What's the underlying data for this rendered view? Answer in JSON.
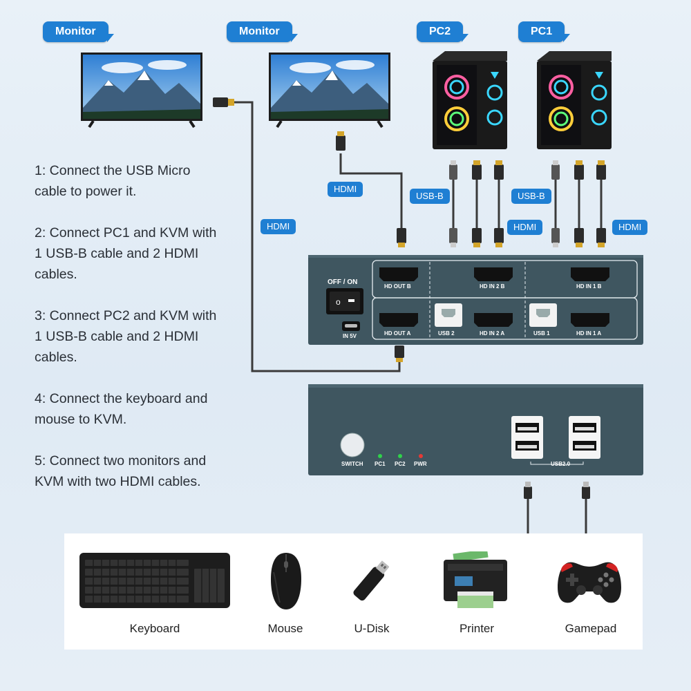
{
  "labels": {
    "monitor_left": "Monitor",
    "monitor_right": "Monitor",
    "pc2": "PC2",
    "pc1": "PC1"
  },
  "cable_tags": {
    "hdmi_long": "HDMI",
    "hdmi_mid": "HDMI",
    "usbb_pc2": "USB-B",
    "hdmi_pc2": "HDMI",
    "usbb_pc1": "USB-B",
    "hdmi_pc1": "HDMI"
  },
  "steps": [
    "1: Connect the USB Micro cable to power it.",
    "2: Connect PC1 and KVM with 1 USB-B cable and 2 HDMI cables.",
    "3: Connect PC2 and KVM with 1 USB-B cable and 2 HDMI cables.",
    "4: Connect the keyboard and mouse to KVM.",
    "5: Connect two monitors and KVM with two HDMI cables."
  ],
  "kvm_back": {
    "power_switch": "OFF / ON",
    "power_port": "IN 5V",
    "hd_out_b": "HD OUT B",
    "hd_out_a": "HD OUT A",
    "hd_in2b": "HD IN 2 B",
    "hd_in2a": "HD IN 2 A",
    "hd_in1b": "HD IN 1 B",
    "hd_in1a": "HD IN 1 A",
    "usb2": "USB 2",
    "usb1": "USB 1"
  },
  "kvm_front": {
    "switch": "SWITCH",
    "led_pc1": "PC1",
    "led_pc2": "PC2",
    "led_pwr": "PWR",
    "usb_label": "USB2.0"
  },
  "devices": [
    {
      "label": "Keyboard",
      "icon": "keyboard-icon"
    },
    {
      "label": "Mouse",
      "icon": "mouse-icon"
    },
    {
      "label": "U-Disk",
      "icon": "usb-drive-icon"
    },
    {
      "label": "Printer",
      "icon": "printer-icon"
    },
    {
      "label": "Gamepad",
      "icon": "gamepad-icon"
    }
  ],
  "colors": {
    "tag_blue": "#1f7fd3",
    "kvm_body": "#3f5660",
    "led_green": "#2fd24a",
    "led_red": "#e53935",
    "cable": "#3a3a3a"
  }
}
